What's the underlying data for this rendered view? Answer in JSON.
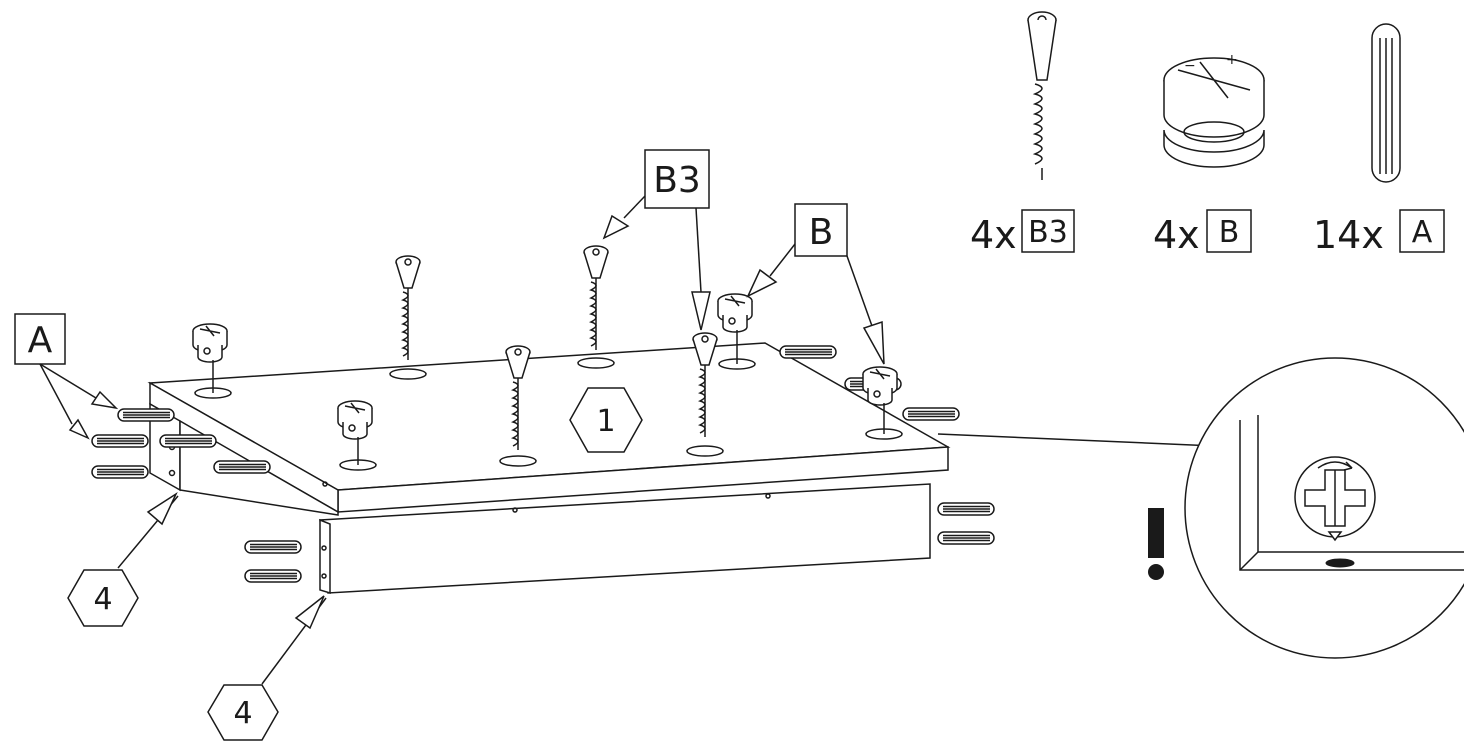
{
  "parts_list": [
    {
      "quantity": "4x",
      "code": "B3",
      "icon": "long-screw-icon"
    },
    {
      "quantity": "4x",
      "code": "B",
      "icon": "cam-lock-icon"
    },
    {
      "quantity": "14x",
      "code": "A",
      "icon": "wooden-dowel-icon"
    }
  ],
  "callouts": {
    "dowel_label": "A",
    "screw_label": "B3",
    "cam_label": "B"
  },
  "steps": {
    "main_panel": "1",
    "side_panel_left": "4",
    "side_panel_front": "4"
  },
  "warning": {
    "symbol": "!",
    "icon": "warning-exclamation-icon"
  },
  "colors": {
    "line": "#1a1a1a",
    "background": "#ffffff"
  }
}
